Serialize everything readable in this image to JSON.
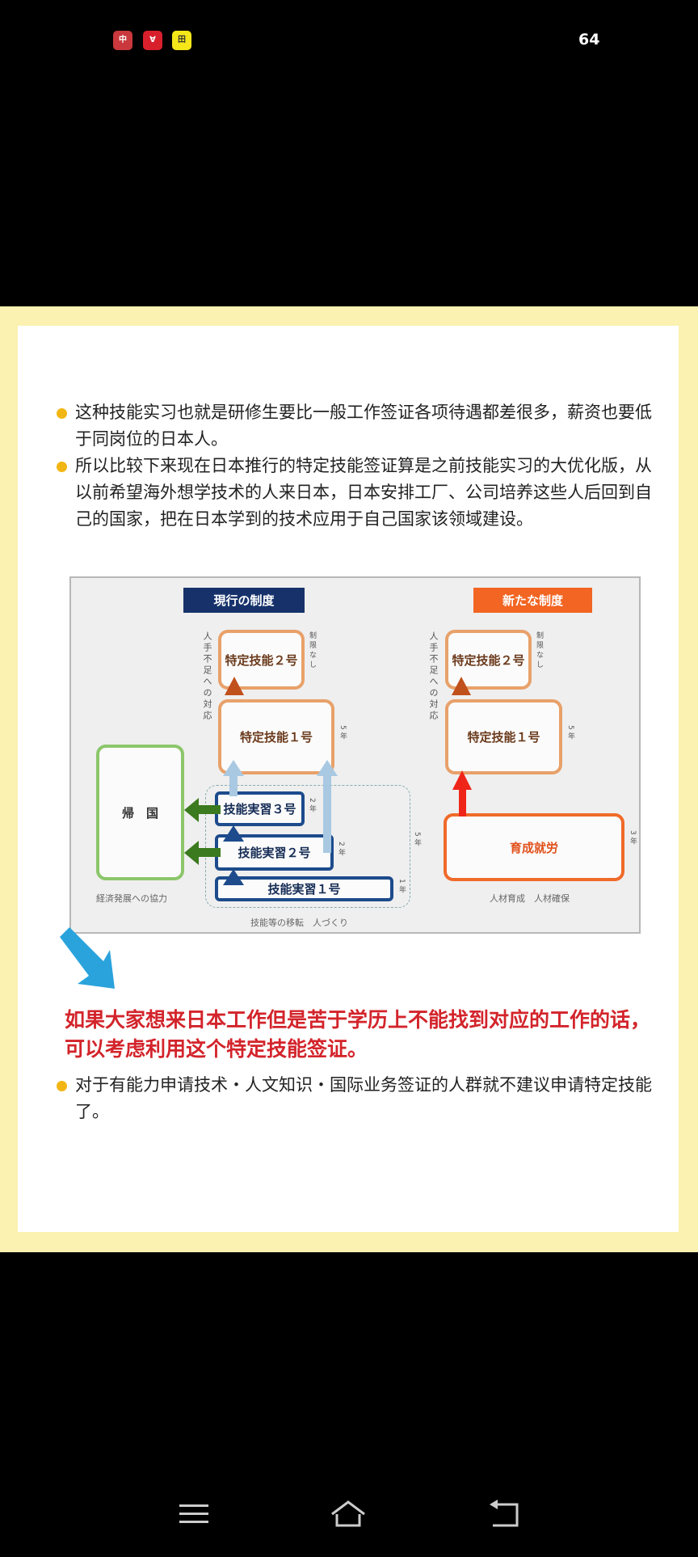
{
  "status_bar": {
    "battery": "64",
    "app_icons": [
      "app-icon-1",
      "app-icon-2",
      "app-icon-3"
    ]
  },
  "bullets_top": [
    "这种技能实习也就是研修生要比一般工作签证各项待遇都差很多，薪资也要低于同岗位的日本人。",
    "所以比较下来现在日本推行的特定技能签证算是之前技能实习的大优化版，从以前希望海外想学技术的人来日本，日本安排工厂、公司培养这些人后回到自己的国家，把在日本学到的技术应用于自己国家该领域建设。"
  ],
  "diagram": {
    "current_header": "現行の制度",
    "new_header": "新たな制度",
    "ssw2": "特定技能２号",
    "ssw1": "特定技能１号",
    "return_home": "帰　国",
    "tit3": "技能実習３号",
    "tit2": "技能実習２号",
    "tit1": "技能実習１号",
    "ikusei": "育成就労",
    "labor_shortage": "人手不足への対応",
    "no_limit": "制限なし",
    "five_years": "5年",
    "two_years": "2年",
    "one_year": "1年",
    "three_years": "3年",
    "cap_econ": "経済発展への協力",
    "cap_transfer": "技能等の移転　人づくり",
    "cap_hr": "人材育成　人材確保"
  },
  "highlight": "如果大家想来日本工作但是苦于学历上不能找到对应的工作的话，可以考虑利用这个特定技能签证。",
  "bullet_bottom": "对于有能力申请技术・人文知识・国际业务签证的人群就不建议申请特定技能了。",
  "colors": {
    "accent_yellow": "#f2b614",
    "highlight_red": "#d3242b",
    "band": "#fbf1b1"
  }
}
